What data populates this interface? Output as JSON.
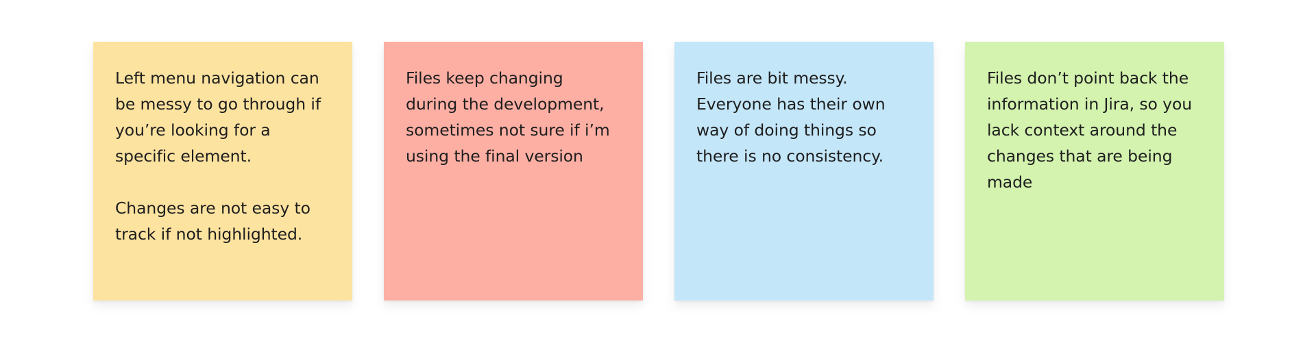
{
  "notes": [
    {
      "color": "#FDE3A0",
      "paragraphs": [
        "Left menu navigation can\nbe messy to go through if\nyou’re looking for a\nspecific element.",
        "Changes are not easy to\ntrack if not highlighted."
      ]
    },
    {
      "color": "#FEAFA4",
      "paragraphs": [
        "Files keep changing\nduring the development,\nsometimes not sure if i’m\nusing the final version"
      ]
    },
    {
      "color": "#C4E6F9",
      "paragraphs": [
        "Files are bit messy.\nEveryone has their own\nway of doing things so\nthere is no consistency."
      ]
    },
    {
      "color": "#D3F3AF",
      "paragraphs": [
        "Files don’t point back the\ninformation in Jira, so you\nlack context around the\nchanges that are being\nmade"
      ]
    }
  ]
}
